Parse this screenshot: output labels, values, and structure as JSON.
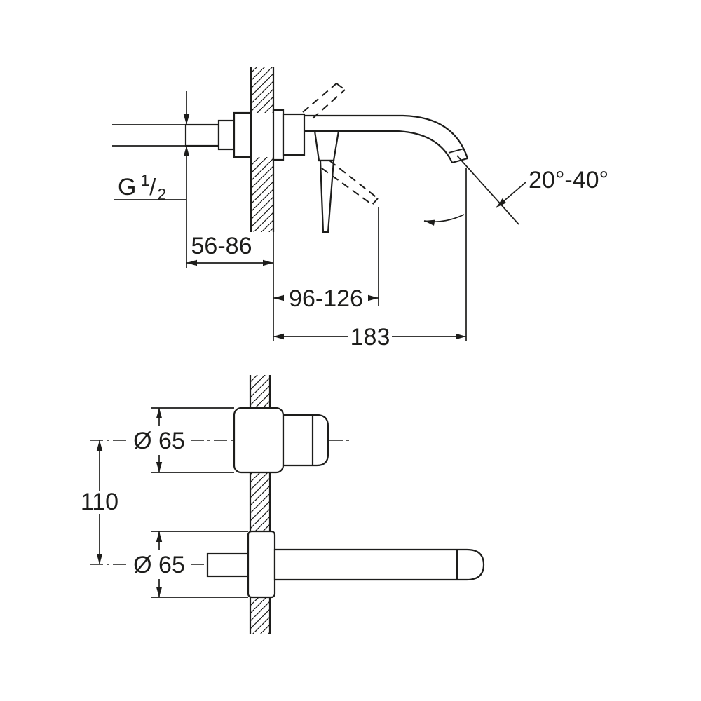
{
  "colors": {
    "line": "#1d1d1b",
    "background": "#ffffff"
  },
  "side_view": {
    "thread": {
      "base": "G",
      "numerator": "1",
      "slash": "/",
      "denominator": "2"
    },
    "dim_depth": "56-86",
    "dim_handle": "96-126",
    "dim_projection": "183",
    "dim_angle": "20°-40°"
  },
  "front_view": {
    "dim_top_escutcheon": "Ø 65",
    "dim_center_distance": "110",
    "dim_bottom_escutcheon": "Ø 65"
  }
}
